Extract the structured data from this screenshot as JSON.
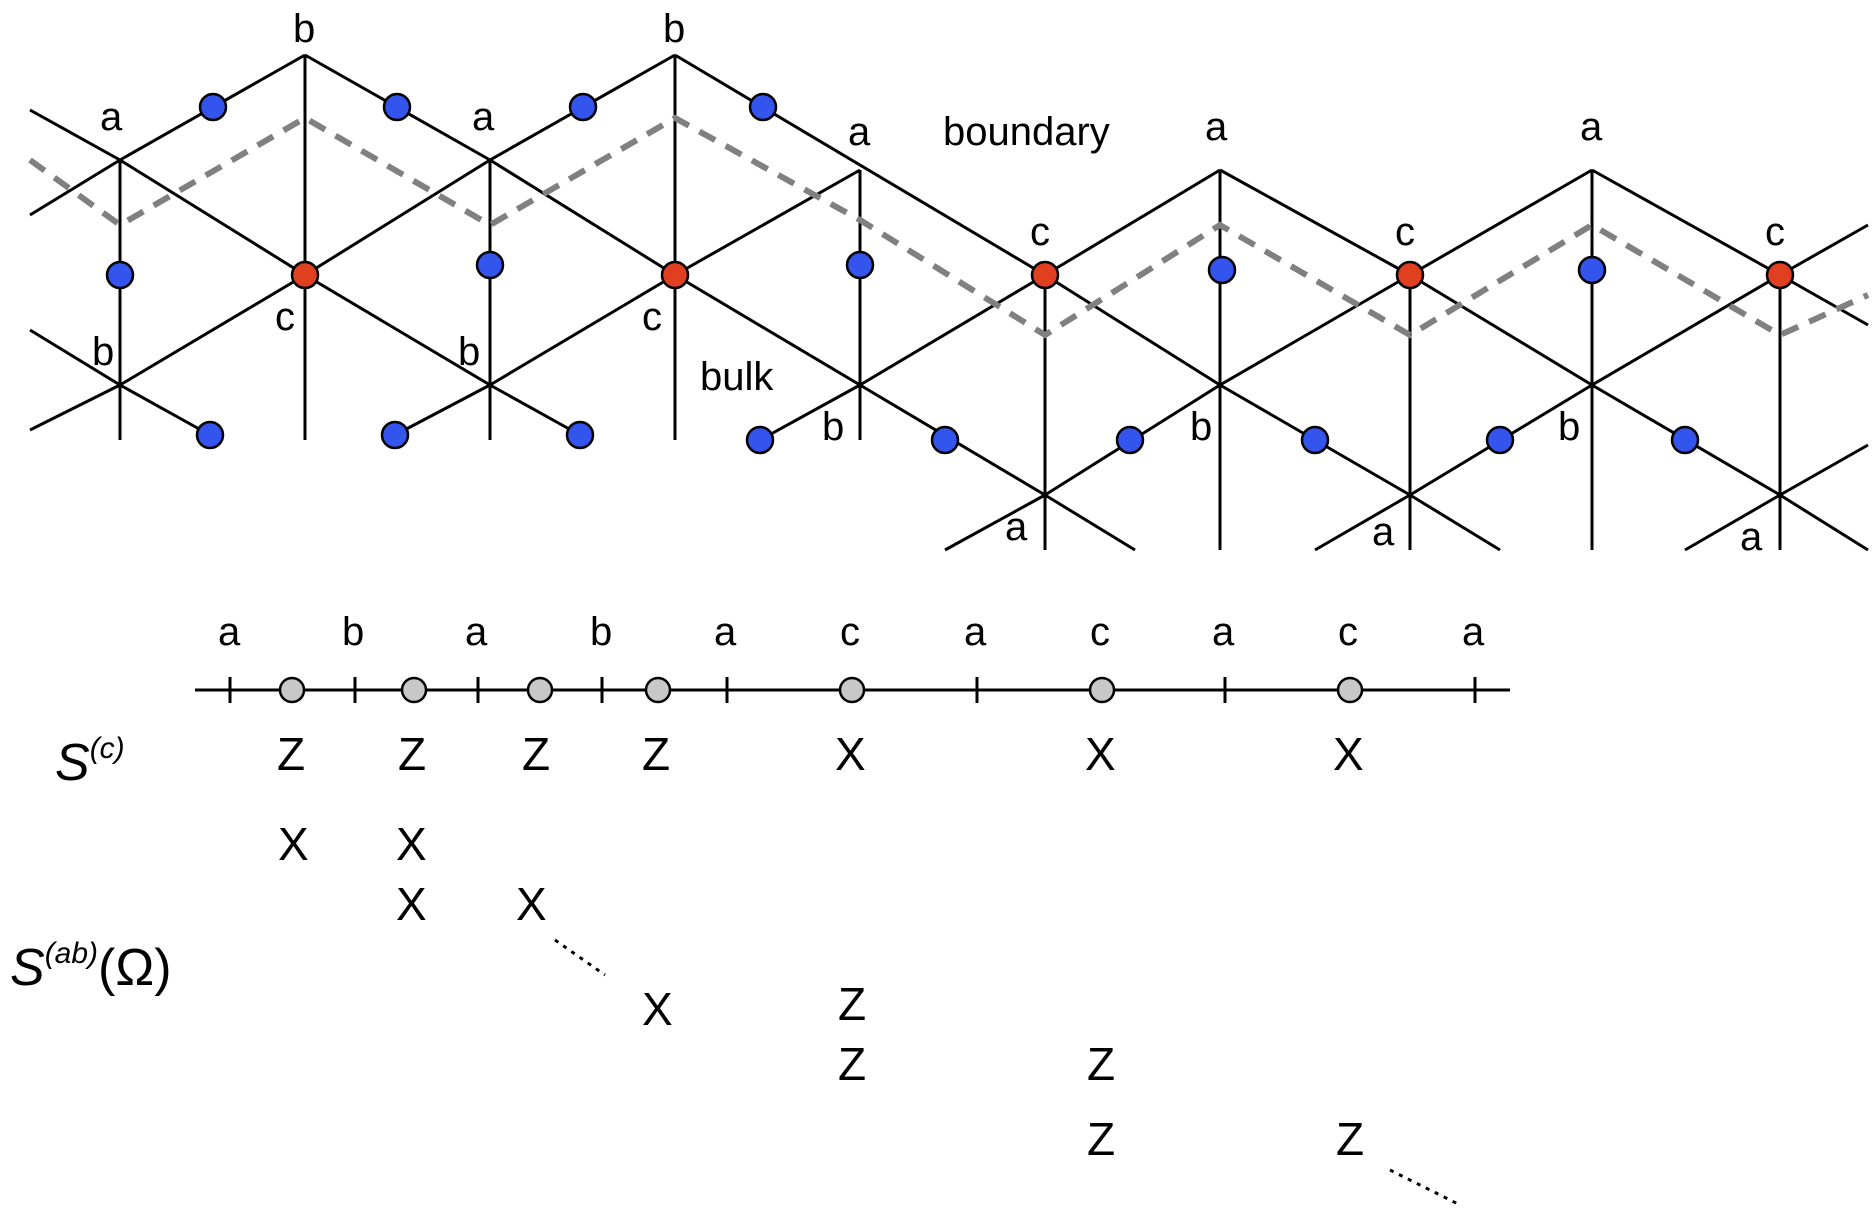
{
  "colors": {
    "line": "#000000",
    "dashed": "#808080",
    "blue_dot": "#3355ee",
    "red_dot": "#e0401f",
    "gray_dot": "#c8c8c8"
  },
  "lattice": {
    "boundary_label": "boundary",
    "bulk_label": "bulk",
    "top_labels": [
      "b",
      "b",
      "a",
      "a",
      "a",
      "a",
      "a"
    ],
    "c_labels_upper": [
      "c",
      "c",
      "c"
    ],
    "c_labels_lower": [
      "c",
      "c"
    ],
    "b_labels": [
      "b",
      "b",
      "b",
      "b",
      "b"
    ],
    "a_labels_bottom": [
      "a",
      "a",
      "a"
    ]
  },
  "chain": {
    "labels": [
      "a",
      "b",
      "a",
      "b",
      "a",
      "c",
      "a",
      "c",
      "a",
      "c",
      "a"
    ]
  },
  "stabilizers": {
    "sc_label": "S(c)",
    "sab_label": "S(ab)(Ω)",
    "sc_row": [
      "Z",
      "Z",
      "Z",
      "Z",
      "X",
      "X",
      "X"
    ],
    "sab_rows": [
      [
        "X",
        "X"
      ],
      [
        "X",
        "X"
      ],
      [
        "X",
        "Z"
      ],
      [
        "Z",
        "Z"
      ],
      [
        "Z",
        "Z"
      ]
    ]
  }
}
